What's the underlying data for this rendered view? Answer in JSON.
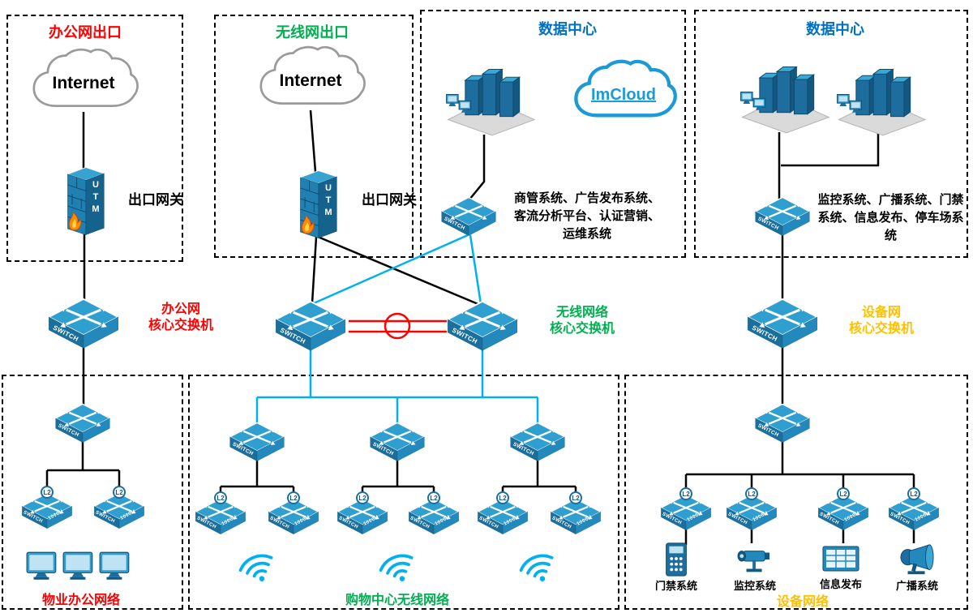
{
  "titles": {
    "office_exit": "办公网出口",
    "wireless_exit": "无线网出口",
    "datacenter_left": "数据中心",
    "datacenter_right": "数据中心"
  },
  "clouds": {
    "internet1": "Internet",
    "internet2": "Internet",
    "imcloud": "ImCloud"
  },
  "gateways": {
    "office": "出口网关",
    "wireless": "出口网关"
  },
  "device_text": {
    "utm": "UTM",
    "switch": "SWITCH",
    "speed": "1000M",
    "l2": "L2"
  },
  "system_lists": {
    "datacenter_left": "商管系统、广告发布系统、客流分析平台、认证营销、运维系统",
    "datacenter_right": "监控系统、广播系统、门禁系统、信息发布、停车场系统"
  },
  "core_labels": {
    "office_line1": "办公网",
    "office_line2": "核心交换机",
    "wireless_line1": "无线网络",
    "wireless_line2": "核心交换机",
    "device_line1": "设备网",
    "device_line2": "核心交换机"
  },
  "network_labels": {
    "property_office": "物业办公网络",
    "mall_wireless": "购物中心无线网络",
    "device_network": "设备网络"
  },
  "end_devices": {
    "access_control": "门禁系统",
    "cctv": "监控系统",
    "info_display": "信息发布",
    "broadcast": "广播系统"
  },
  "colors": {
    "red": "#ff0000",
    "green": "#00b050",
    "blue": "#0070c0",
    "orange": "#ffc000",
    "cyan_link": "#00b0f0",
    "black_link": "#000000",
    "switch_top": "#2f9fd0",
    "switch_front": "#1b6f9d"
  }
}
